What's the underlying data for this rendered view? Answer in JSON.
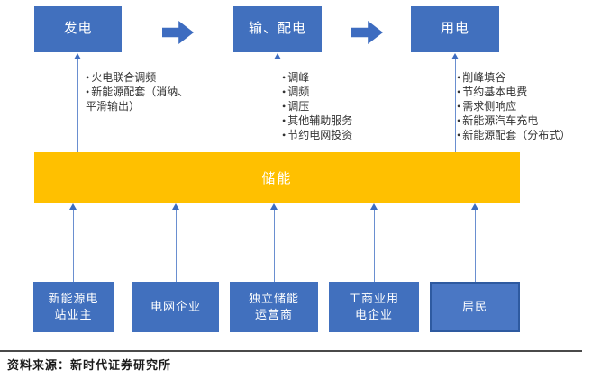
{
  "palette": {
    "box_blue": "#4170BE",
    "box_blue_border": "#2E5AA0",
    "arrow_blue": "#3D6CC0",
    "storage_orange": "#FFC000",
    "text_dark": "#333333",
    "white": "#ffffff"
  },
  "flow": {
    "top_boxes": [
      {
        "label": "发电"
      },
      {
        "label": "输、配电"
      },
      {
        "label": "用电"
      }
    ],
    "bullet_columns": [
      {
        "items": [
          "火电联合调频",
          "新能源配套（消纳、平滑输出）"
        ]
      },
      {
        "items": [
          "调峰",
          "调频",
          "调压",
          "其他辅助服务",
          "节约电网投资"
        ]
      },
      {
        "items": [
          "削峰填谷",
          "节约基本电费",
          "需求侧响应",
          "新能源汽车充电",
          "新能源配套（分布式）"
        ]
      }
    ],
    "storage_bar": {
      "label": "储能"
    },
    "bottom_boxes": [
      {
        "label": "新能源电站业主"
      },
      {
        "label": "电网企业"
      },
      {
        "label": "独立储能运营商"
      },
      {
        "label": "工商业用电企业"
      },
      {
        "label": "居民"
      }
    ]
  },
  "footer": {
    "source": "资料来源：新时代证券研究所"
  }
}
